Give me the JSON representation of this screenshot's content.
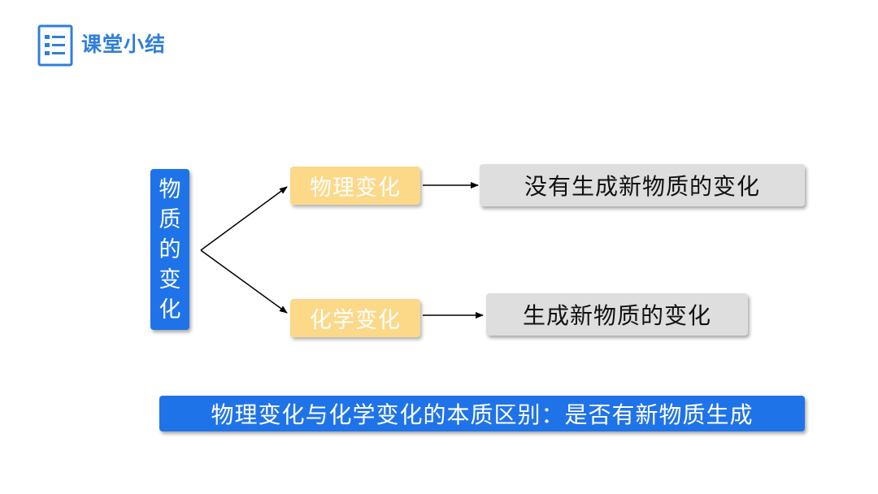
{
  "header": {
    "title": "课堂小结",
    "accent_color": "#2f7fd8",
    "icon": "list-icon"
  },
  "diagram": {
    "root": {
      "chars": [
        "物",
        "质",
        "的",
        "变",
        "化"
      ],
      "color": "#1f73e8"
    },
    "branches": [
      {
        "label": "物理变化",
        "definition": "没有生成新物质的变化"
      },
      {
        "label": "化学变化",
        "definition": "生成新物质的变化"
      }
    ],
    "branch_color": "#fcd889",
    "definition_color": "#dedede"
  },
  "summary": {
    "text": "物理变化与化学变化的本质区别：是否有新物质生成"
  }
}
